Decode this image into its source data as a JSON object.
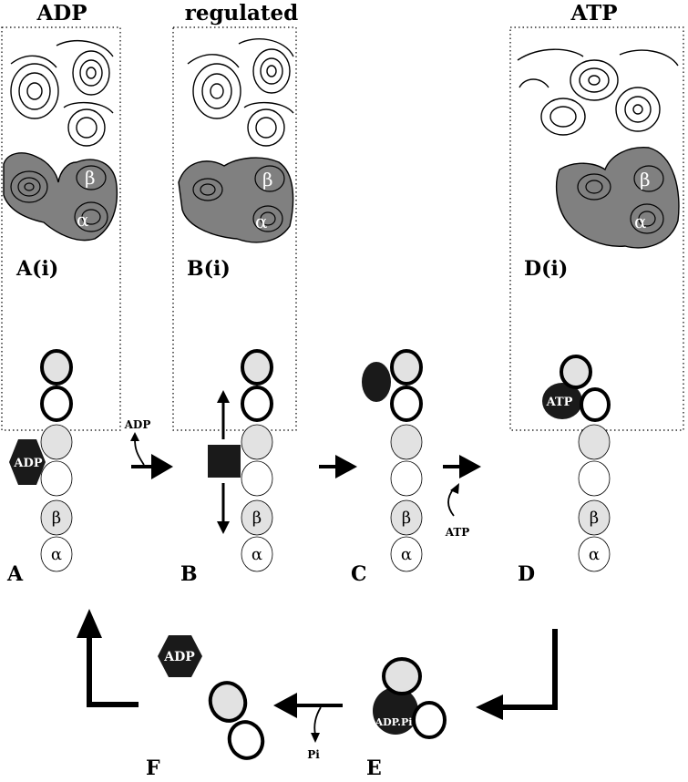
{
  "headers": {
    "adp": "ADP",
    "regulated": "regulated",
    "atp": "ATP"
  },
  "map_labels": {
    "a": "A(i)",
    "b": "B(i)",
    "d": "D(i)",
    "beta": "β",
    "alpha": "α"
  },
  "panels": {
    "a": "A",
    "b": "B",
    "c": "C",
    "d": "D",
    "e": "E",
    "f": "F"
  },
  "subunits": {
    "beta": "β",
    "alpha": "α"
  },
  "nucleotides": {
    "adp_bound": "ADP",
    "atp_bound": "ATP",
    "adp_pi_bound": "ADP.Pi",
    "adp_free": "ADP"
  },
  "arrow_labels": {
    "adp_release": "ADP",
    "atp_binding": "ATP",
    "pi_release": "Pi"
  },
  "colors": {
    "light_fill": "#e2e2e2",
    "dark_fill": "#1a1a1a",
    "map_shade": "#808080"
  }
}
